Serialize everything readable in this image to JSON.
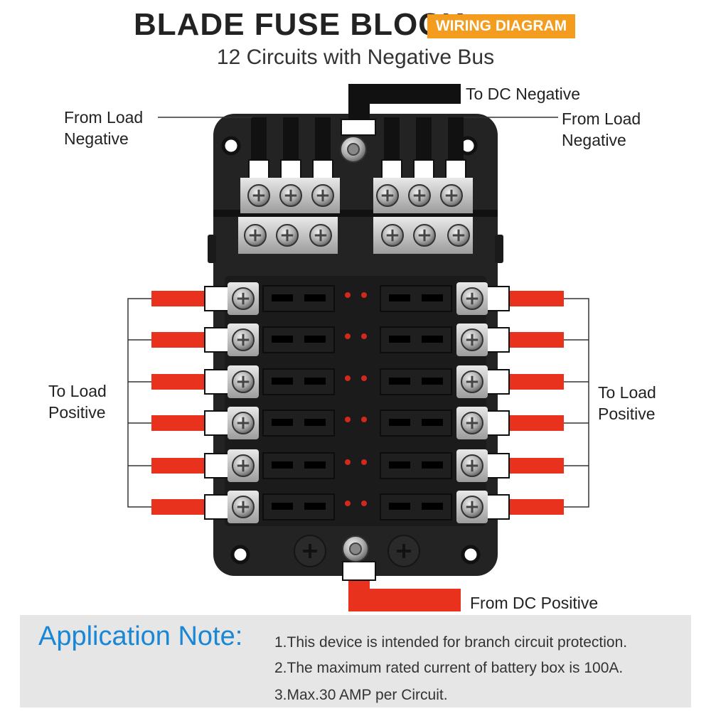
{
  "header": {
    "title": "BLADE FUSE BLOCK",
    "badge": "WIRING DIAGRAM",
    "subtitle": "12 Circuits with Negative Bus"
  },
  "labels": {
    "from_load_negative_left": [
      "From Load",
      "Negative"
    ],
    "from_load_negative_right": [
      "From Load",
      "Negative"
    ],
    "to_dc_negative": "To DC Negative",
    "to_load_positive_left": [
      "To Load",
      "Positive"
    ],
    "to_load_positive_right": [
      "To Load",
      "Positive"
    ],
    "from_dc_positive": "From DC Positive"
  },
  "note": {
    "title": "Application Note:",
    "lines": [
      "1.This device is intended for branch circuit protection.",
      "2.The maximum rated current of battery box is 100A.",
      "3.Max.30 AMP per Circuit."
    ]
  },
  "colors": {
    "badge": "#f39c1e",
    "wire_red": "#e8321e",
    "wire_black": "#111111",
    "block_body": "#222222",
    "note_title": "#1a86d6",
    "led": "#d4281c"
  }
}
